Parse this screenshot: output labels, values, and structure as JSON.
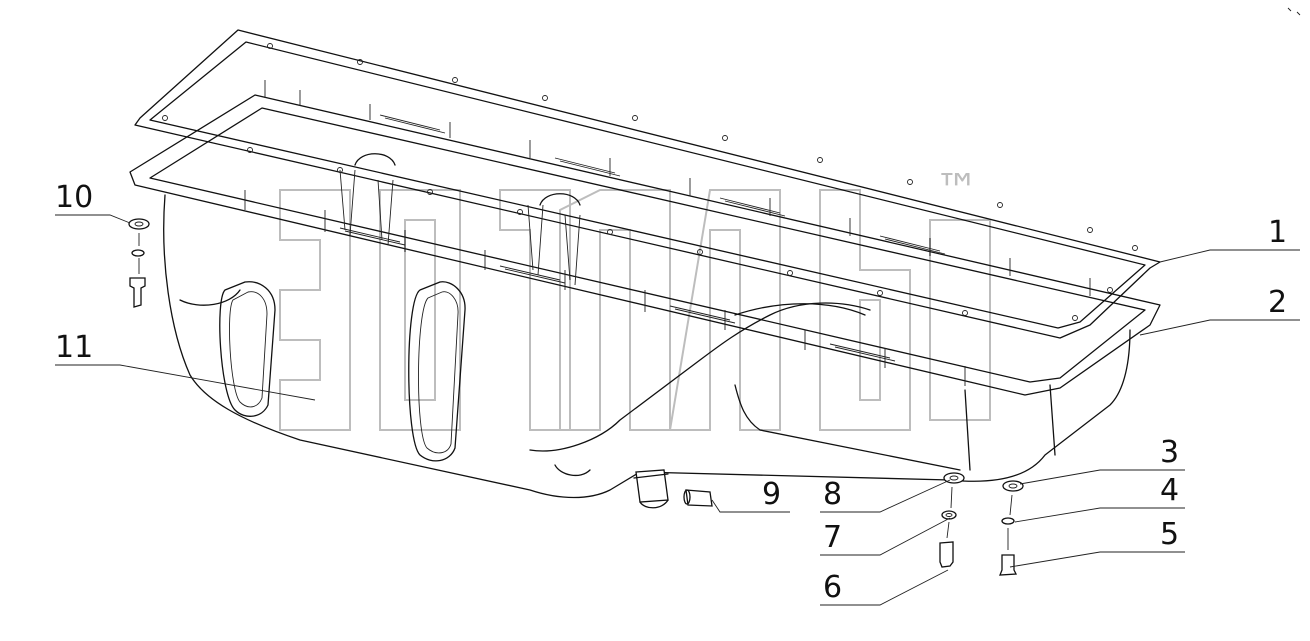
{
  "watermark": {
    "trademark": "™"
  },
  "callouts": [
    {
      "id": "1",
      "label": "1"
    },
    {
      "id": "2",
      "label": "2"
    },
    {
      "id": "3",
      "label": "3"
    },
    {
      "id": "4",
      "label": "4"
    },
    {
      "id": "5",
      "label": "5"
    },
    {
      "id": "6",
      "label": "6"
    },
    {
      "id": "7",
      "label": "7"
    },
    {
      "id": "8",
      "label": "8"
    },
    {
      "id": "9",
      "label": "9"
    },
    {
      "id": "10",
      "label": "10"
    },
    {
      "id": "11",
      "label": "11"
    }
  ]
}
